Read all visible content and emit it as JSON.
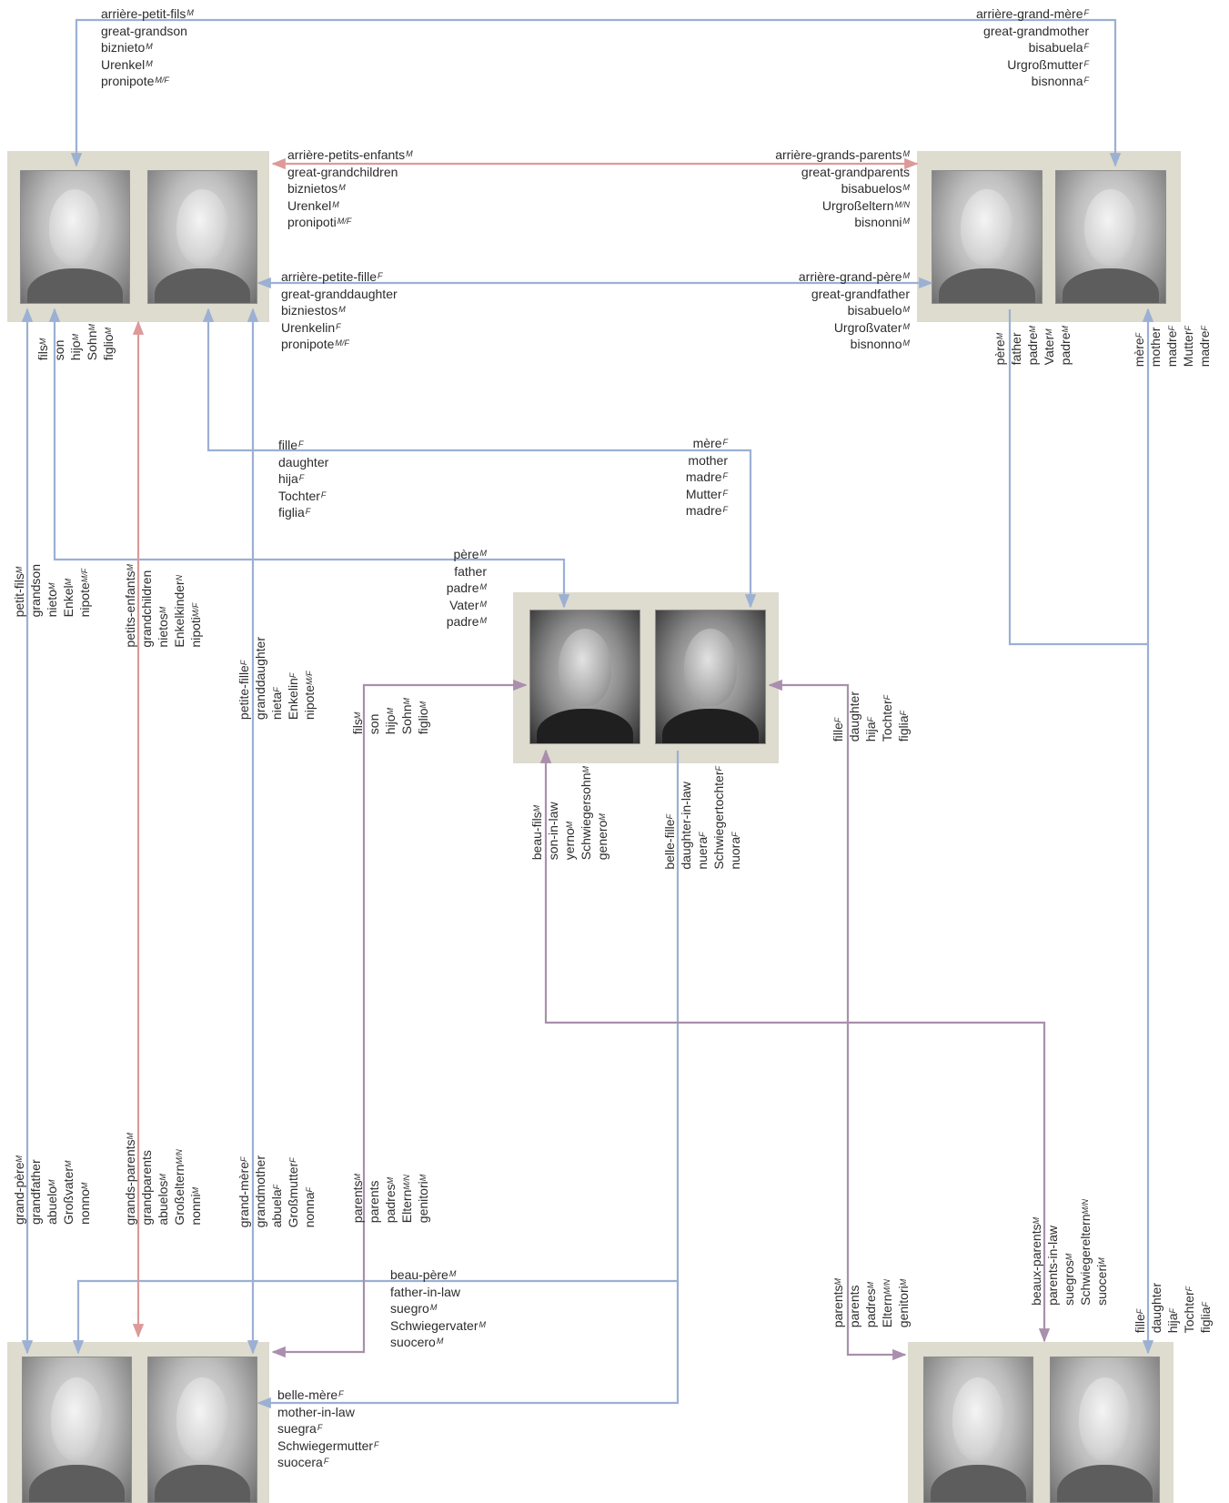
{
  "colors": {
    "blue": "#9bb0d3",
    "red": "#dd9a99",
    "purple": "#a98fad",
    "frame": "#dedbcf"
  },
  "people": [
    {
      "name": "photo-great-grandson",
      "sex": "M"
    },
    {
      "name": "photo-great-granddaughter",
      "sex": "F"
    },
    {
      "name": "photo-great-grandfather",
      "sex": "M"
    },
    {
      "name": "photo-great-grandmother",
      "sex": "F"
    },
    {
      "name": "photo-father",
      "sex": "M"
    },
    {
      "name": "photo-mother",
      "sex": "F"
    },
    {
      "name": "photo-paternal-grandfather",
      "sex": "M"
    },
    {
      "name": "photo-paternal-grandmother",
      "sex": "F"
    },
    {
      "name": "photo-maternal-grandfather",
      "sex": "M"
    },
    {
      "name": "photo-maternal-grandmother",
      "sex": "F"
    }
  ],
  "labels": {
    "top_left": [
      {
        "t": "arrière-petit-fils",
        "g": "M"
      },
      {
        "t": "great-grandson",
        "g": ""
      },
      {
        "t": "biznieto",
        "g": "M"
      },
      {
        "t": "Urenkel",
        "g": "M"
      },
      {
        "t": "pronipote",
        "g": "M/F"
      }
    ],
    "top_right": [
      {
        "t": "arrière-grand-mère",
        "g": "F"
      },
      {
        "t": "great-grandmother",
        "g": ""
      },
      {
        "t": "bisabuela",
        "g": "F"
      },
      {
        "t": "Urgroßmutter",
        "g": "F"
      },
      {
        "t": "bisnonna",
        "g": "F"
      }
    ],
    "mid_left_top": [
      {
        "t": "arrière-petits-enfants",
        "g": "M"
      },
      {
        "t": "great-grandchildren",
        "g": ""
      },
      {
        "t": "biznietos",
        "g": "M"
      },
      {
        "t": "Urenkel",
        "g": "M"
      },
      {
        "t": "pronipoti",
        "g": "M/F"
      }
    ],
    "mid_right_top": [
      {
        "t": "arrière-grands-parents",
        "g": "M"
      },
      {
        "t": "great-grandparents",
        "g": ""
      },
      {
        "t": "bisabuelos",
        "g": "M"
      },
      {
        "t": "Urgroßeltern",
        "g": "M/N"
      },
      {
        "t": "bisnonni",
        "g": "M"
      }
    ],
    "mid_left_bottom": [
      {
        "t": "arrière-petite-fille",
        "g": "F"
      },
      {
        "t": "great-granddaughter",
        "g": ""
      },
      {
        "t": "bizniestos",
        "g": "M"
      },
      {
        "t": "Urenkelin",
        "g": "F"
      },
      {
        "t": "pronipote",
        "g": "M/F"
      }
    ],
    "mid_right_bottom": [
      {
        "t": "arrière-grand-père",
        "g": "M"
      },
      {
        "t": "great-grandfather",
        "g": ""
      },
      {
        "t": "bisabuelo",
        "g": "M"
      },
      {
        "t": "Urgroßvater",
        "g": "M"
      },
      {
        "t": "bisnonno",
        "g": "M"
      }
    ],
    "daughter_label": [
      {
        "t": "fille",
        "g": "F"
      },
      {
        "t": "daughter",
        "g": ""
      },
      {
        "t": "hija",
        "g": "F"
      },
      {
        "t": "Tochter",
        "g": "F"
      },
      {
        "t": "figlia",
        "g": "F"
      }
    ],
    "mother_label": [
      {
        "t": "mère",
        "g": "F"
      },
      {
        "t": "mother",
        "g": ""
      },
      {
        "t": "madre",
        "g": "F"
      },
      {
        "t": "Mutter",
        "g": "F"
      },
      {
        "t": "madre",
        "g": "F"
      }
    ],
    "father_label": [
      {
        "t": "père",
        "g": "M"
      },
      {
        "t": "father",
        "g": ""
      },
      {
        "t": "padre",
        "g": "M"
      },
      {
        "t": "Vater",
        "g": "M"
      },
      {
        "t": "padre",
        "g": "M"
      }
    ],
    "beau_pere": [
      {
        "t": "beau-père",
        "g": "M"
      },
      {
        "t": "father-in-law",
        "g": ""
      },
      {
        "t": "suegro",
        "g": "M"
      },
      {
        "t": "Schwiegervater",
        "g": "M"
      },
      {
        "t": "suocero",
        "g": "M"
      }
    ],
    "belle_mere": [
      {
        "t": "belle-mère",
        "g": "F"
      },
      {
        "t": "mother-in-law",
        "g": ""
      },
      {
        "t": "suegra",
        "g": "F"
      },
      {
        "t": "Schwiegermutter",
        "g": "F"
      },
      {
        "t": "suocera",
        "g": "F"
      }
    ],
    "v_son_top": [
      {
        "t": "fils",
        "g": "M"
      },
      {
        "t": "son",
        "g": ""
      },
      {
        "t": "hijo",
        "g": "M"
      },
      {
        "t": "Sohn",
        "g": "M"
      },
      {
        "t": "figlio",
        "g": "M"
      }
    ],
    "v_pere_right": [
      {
        "t": "père",
        "g": "M"
      },
      {
        "t": "father",
        "g": ""
      },
      {
        "t": "padre",
        "g": "M"
      },
      {
        "t": "Vater",
        "g": "M"
      },
      {
        "t": "padre",
        "g": "M"
      }
    ],
    "v_mere_right": [
      {
        "t": "mère",
        "g": "F"
      },
      {
        "t": "mother",
        "g": ""
      },
      {
        "t": "madre",
        "g": "F"
      },
      {
        "t": "Mutter",
        "g": "F"
      },
      {
        "t": "madre",
        "g": "F"
      }
    ],
    "v_petit_fils": [
      {
        "t": "petit-fils",
        "g": "M"
      },
      {
        "t": "grandson",
        "g": ""
      },
      {
        "t": "nieto",
        "g": "M"
      },
      {
        "t": "Enkel",
        "g": "M"
      },
      {
        "t": "nipote",
        "g": "M/F"
      }
    ],
    "v_petits_enfants": [
      {
        "t": "petits-enfants",
        "g": "M"
      },
      {
        "t": "grandchildren",
        "g": ""
      },
      {
        "t": "nietos",
        "g": "M"
      },
      {
        "t": "Enkelkinder",
        "g": "N"
      },
      {
        "t": "nipoti",
        "g": "M/F"
      }
    ],
    "v_petite_fille": [
      {
        "t": "petite-fille",
        "g": "F"
      },
      {
        "t": "granddaughter",
        "g": ""
      },
      {
        "t": "nieta",
        "g": "F"
      },
      {
        "t": "Enkelin",
        "g": "F"
      },
      {
        "t": "nipote",
        "g": "M/F"
      }
    ],
    "v_son_mid": [
      {
        "t": "fils",
        "g": "M"
      },
      {
        "t": "son",
        "g": ""
      },
      {
        "t": "hijo",
        "g": "M"
      },
      {
        "t": "Sohn",
        "g": "M"
      },
      {
        "t": "figlio",
        "g": "M"
      }
    ],
    "v_fille_mid": [
      {
        "t": "fille",
        "g": "F"
      },
      {
        "t": "daughter",
        "g": ""
      },
      {
        "t": "hija",
        "g": "F"
      },
      {
        "t": "Tochter",
        "g": "F"
      },
      {
        "t": "figlia",
        "g": "F"
      }
    ],
    "v_beau_fils": [
      {
        "t": "beau-fils",
        "g": "M"
      },
      {
        "t": "son-in-law",
        "g": ""
      },
      {
        "t": "yerno",
        "g": "M"
      },
      {
        "t": "Schwiegersohn",
        "g": "M"
      },
      {
        "t": "genero",
        "g": "M"
      }
    ],
    "v_belle_fille": [
      {
        "t": "belle-fille",
        "g": "F"
      },
      {
        "t": "daughter-in-law",
        "g": ""
      },
      {
        "t": "nuera",
        "g": "F"
      },
      {
        "t": "Schwiegertochter",
        "g": "F"
      },
      {
        "t": "nuora",
        "g": "F"
      }
    ],
    "v_grand_pere": [
      {
        "t": "grand-père",
        "g": "M"
      },
      {
        "t": "grandfather",
        "g": ""
      },
      {
        "t": "abuelo",
        "g": "M"
      },
      {
        "t": "Großvater",
        "g": "M"
      },
      {
        "t": "nonno",
        "g": "M"
      }
    ],
    "v_grands_parents": [
      {
        "t": "grands-parents",
        "g": "M"
      },
      {
        "t": "grandparents",
        "g": ""
      },
      {
        "t": "abuelos",
        "g": "M"
      },
      {
        "t": "Großeltern",
        "g": "M/N"
      },
      {
        "t": "nonni",
        "g": "M"
      }
    ],
    "v_grand_mere": [
      {
        "t": "grand-mère",
        "g": "F"
      },
      {
        "t": "grandmother",
        "g": ""
      },
      {
        "t": "abuela",
        "g": "F"
      },
      {
        "t": "Großmutter",
        "g": "F"
      },
      {
        "t": "nonna",
        "g": "F"
      }
    ],
    "v_parents_left": [
      {
        "t": "parents",
        "g": "M"
      },
      {
        "t": "parents",
        "g": ""
      },
      {
        "t": "padres",
        "g": "M"
      },
      {
        "t": "Eltern",
        "g": "M/N"
      },
      {
        "t": "genitori",
        "g": "M"
      }
    ],
    "v_parents_right": [
      {
        "t": "parents",
        "g": "M"
      },
      {
        "t": "parents",
        "g": ""
      },
      {
        "t": "padres",
        "g": "M"
      },
      {
        "t": "Eltern",
        "g": "M/N"
      },
      {
        "t": "genitori",
        "g": "M"
      }
    ],
    "v_beaux_parents": [
      {
        "t": "beaux-parents",
        "g": "M"
      },
      {
        "t": "parents-in-law",
        "g": ""
      },
      {
        "t": "suegros",
        "g": "M"
      },
      {
        "t": "Schwiegereltern",
        "g": "M/N"
      },
      {
        "t": "suoceri",
        "g": "M"
      }
    ],
    "v_fille_bottom": [
      {
        "t": "fille",
        "g": "F"
      },
      {
        "t": "daughter",
        "g": ""
      },
      {
        "t": "hija",
        "g": "F"
      },
      {
        "t": "Tochter",
        "g": "F"
      },
      {
        "t": "figlia",
        "g": "F"
      }
    ]
  }
}
